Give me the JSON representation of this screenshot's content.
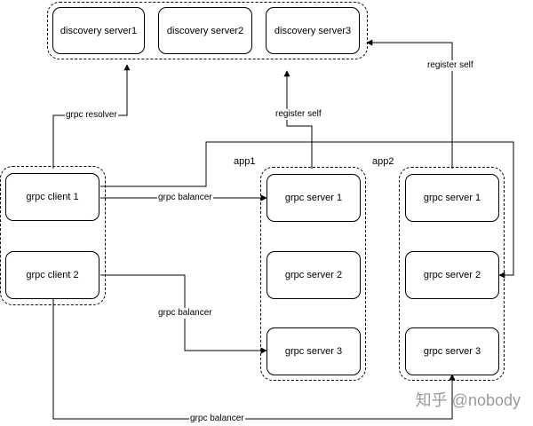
{
  "discovery": {
    "servers": [
      "discovery server1",
      "discovery server2",
      "discovery server3"
    ]
  },
  "clients": [
    "grpc client 1",
    "grpc client 2"
  ],
  "apps": [
    {
      "name": "app1",
      "servers": [
        "grpc server 1",
        "grpc server 2",
        "grpc server 3"
      ]
    },
    {
      "name": "app2",
      "servers": [
        "grpc server 1",
        "grpc server 2",
        "grpc server 3"
      ]
    }
  ],
  "edge_labels": {
    "resolver": "grpc resolver",
    "register_app1": "register self",
    "register_app2": "register self",
    "balancer_1": "grpc balancer",
    "balancer_2": "grpc balancer",
    "balancer_3": "grpc balancer"
  },
  "watermark": "知乎 @nobody",
  "colors": {
    "stroke": "#000000",
    "watermark": "#9a9a9a"
  }
}
